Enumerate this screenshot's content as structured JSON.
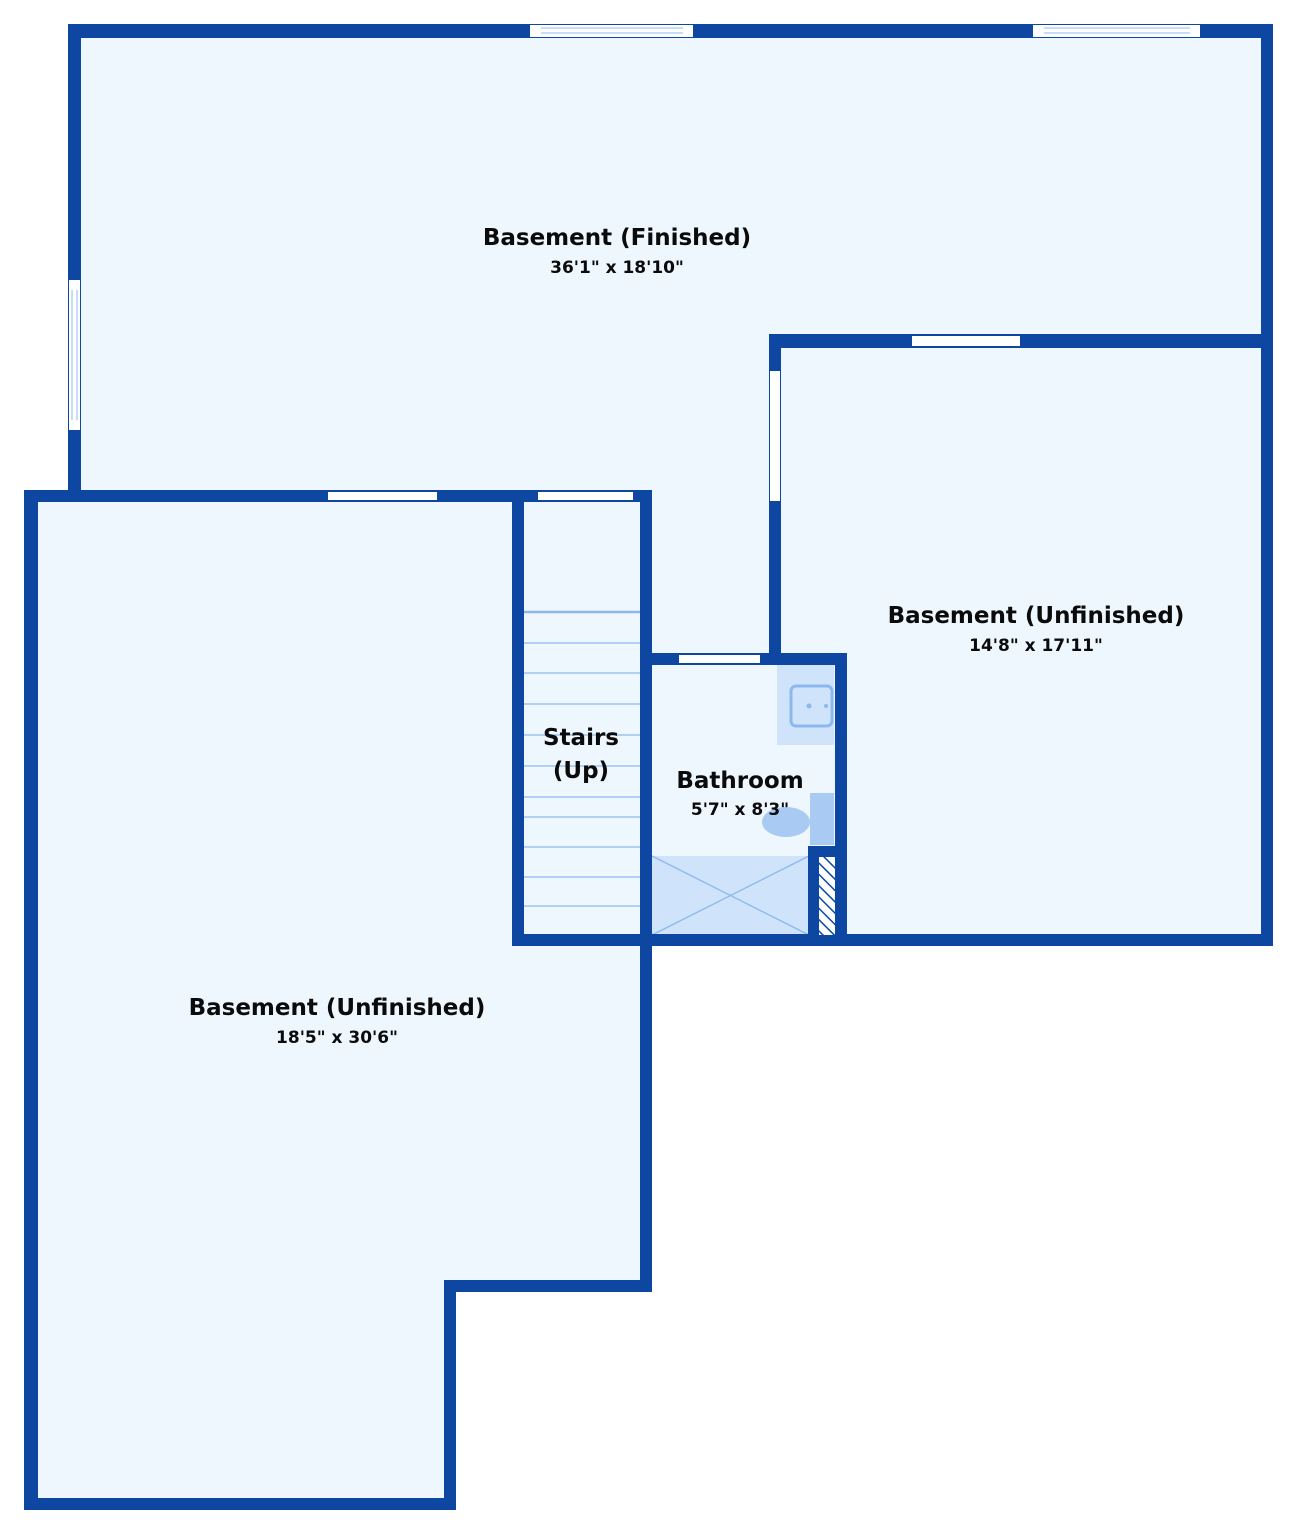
{
  "colors": {
    "wall": "#0d47a1",
    "floor": "#eff7fe",
    "fixture": "#cfe3fb",
    "fixture_stroke": "#8cb8ef",
    "window_fill": "#ffffff",
    "background": "#ffffff"
  },
  "rooms": [
    {
      "id": "basement-finished",
      "name": "Basement (Finished)",
      "dimensions": "36'1\" x 18'10\""
    },
    {
      "id": "basement-unfinished-east",
      "name": "Basement (Unfinished)",
      "dimensions": "14'8\" x 17'11\""
    },
    {
      "id": "stairs",
      "name_line1": "Stairs",
      "name_line2": "(Up)"
    },
    {
      "id": "bathroom",
      "name": "Bathroom",
      "dimensions": "5'7\" x 8'3\""
    },
    {
      "id": "basement-unfinished-west",
      "name": "Basement (Unfinished)",
      "dimensions": "18'5\" x 30'6\""
    }
  ],
  "icons": [
    "sink-icon",
    "toilet-icon",
    "shower-icon",
    "stair-treads-icon",
    "window-icon"
  ]
}
